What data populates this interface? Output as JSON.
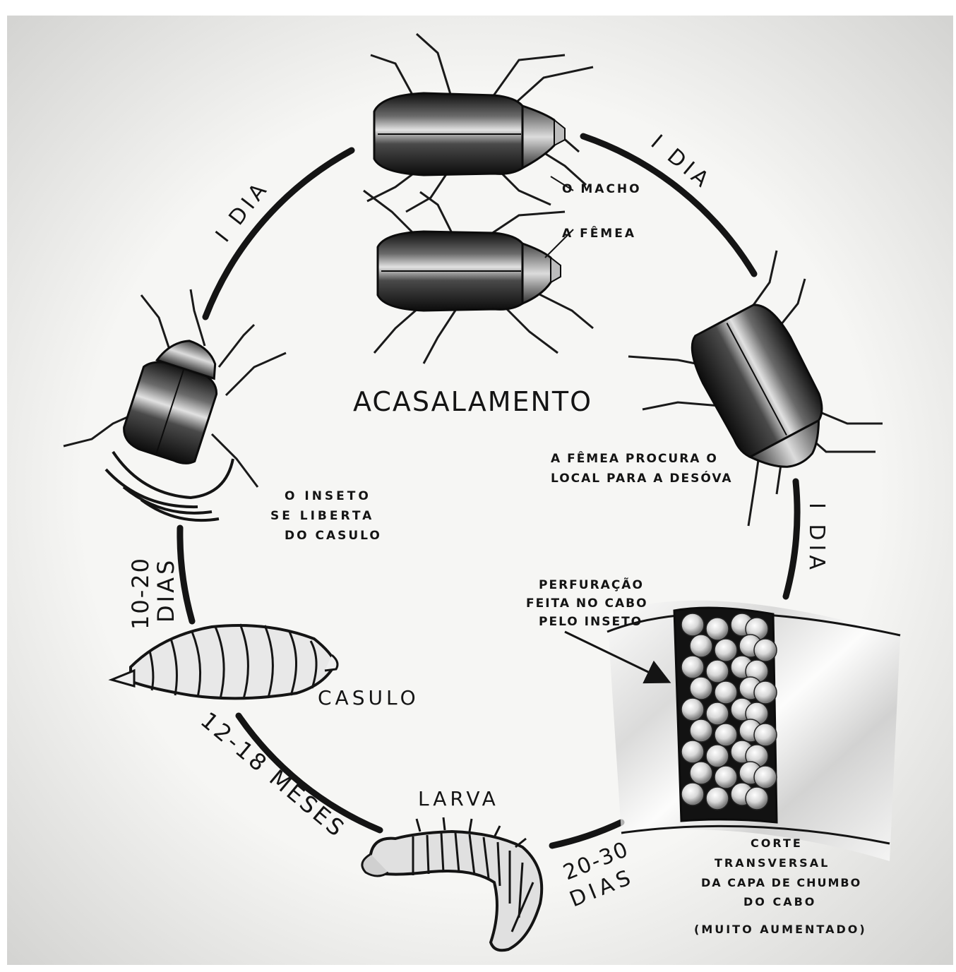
{
  "diagram": {
    "stages": {
      "mating": "ACASALAMENTO",
      "male": "O MACHO",
      "female": "A FÊMEA",
      "egg_laying_line1": "A FÊMEA PROCURA O",
      "egg_laying_line2": "LOCAL PARA A DESÓVA",
      "hole_line1": "PERFURAÇÃO",
      "hole_line2": "FEITA NO CABO",
      "hole_line3": "PELO INSETO",
      "section_line1": "CORTE",
      "section_line2": "TRANSVERSAL",
      "section_line3": "DA CAPA DE CHUMBO",
      "section_line4": "DO CABO",
      "section_note": "(MUITO AUMENTADO)",
      "larva": "LARVA",
      "cocoon": "CASULO",
      "emerge_line1": "O INSETO",
      "emerge_line2": "SE LIBERTA",
      "emerge_line3": "DO CASULO"
    },
    "durations": {
      "right_top": "I DIA",
      "right_side": "I DIA",
      "left_top": "I DIA",
      "bottom_right_line1": "20-30",
      "bottom_right_line2": "DIAS",
      "bottom_left": "12-18 MESES",
      "left_line1": "10-20",
      "left_line2": "DIAS"
    },
    "colors": {
      "ink": "#141414",
      "paper": "#f4f4f2",
      "shell_dark": "#1c1c1c",
      "shell_light": "#e6e6e6"
    }
  }
}
